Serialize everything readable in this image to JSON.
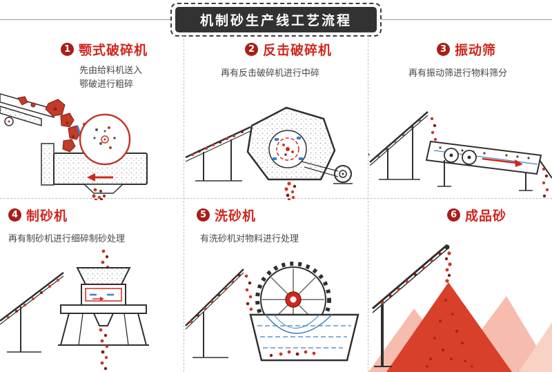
{
  "banner": {
    "title": "机制砂生产线工艺流程"
  },
  "steps": [
    {
      "number": "1",
      "name": "颚式破碎机",
      "desc": "先由给料机送入\n鄂破进行粗碎"
    },
    {
      "number": "2",
      "name": "反击破碎机",
      "desc": "再有反击破碎机进行中碎"
    },
    {
      "number": "3",
      "name": "振动筛",
      "desc": "再有振动筛进行物料筛分"
    },
    {
      "number": "4",
      "name": "制砂机",
      "desc": "再有制砂机进行细碎制砂处理"
    },
    {
      "number": "5",
      "name": "洗砂机",
      "desc": "有洗砂机对物料进行处理"
    },
    {
      "number": "6",
      "name": "成品砂",
      "desc": ""
    }
  ],
  "colors": {
    "accent_red": "#d0271d",
    "badge_red": "#a81e18",
    "rock_red": "#c43a28",
    "rock_dark": "#7c1f14",
    "line_dark": "#2f2f2f",
    "blue": "#3e7fc1",
    "pile_red": "#d8402c",
    "pile_pink": "#f6bcae",
    "banner_bg": "#323232",
    "divider_gray": "#bdbdbd"
  }
}
